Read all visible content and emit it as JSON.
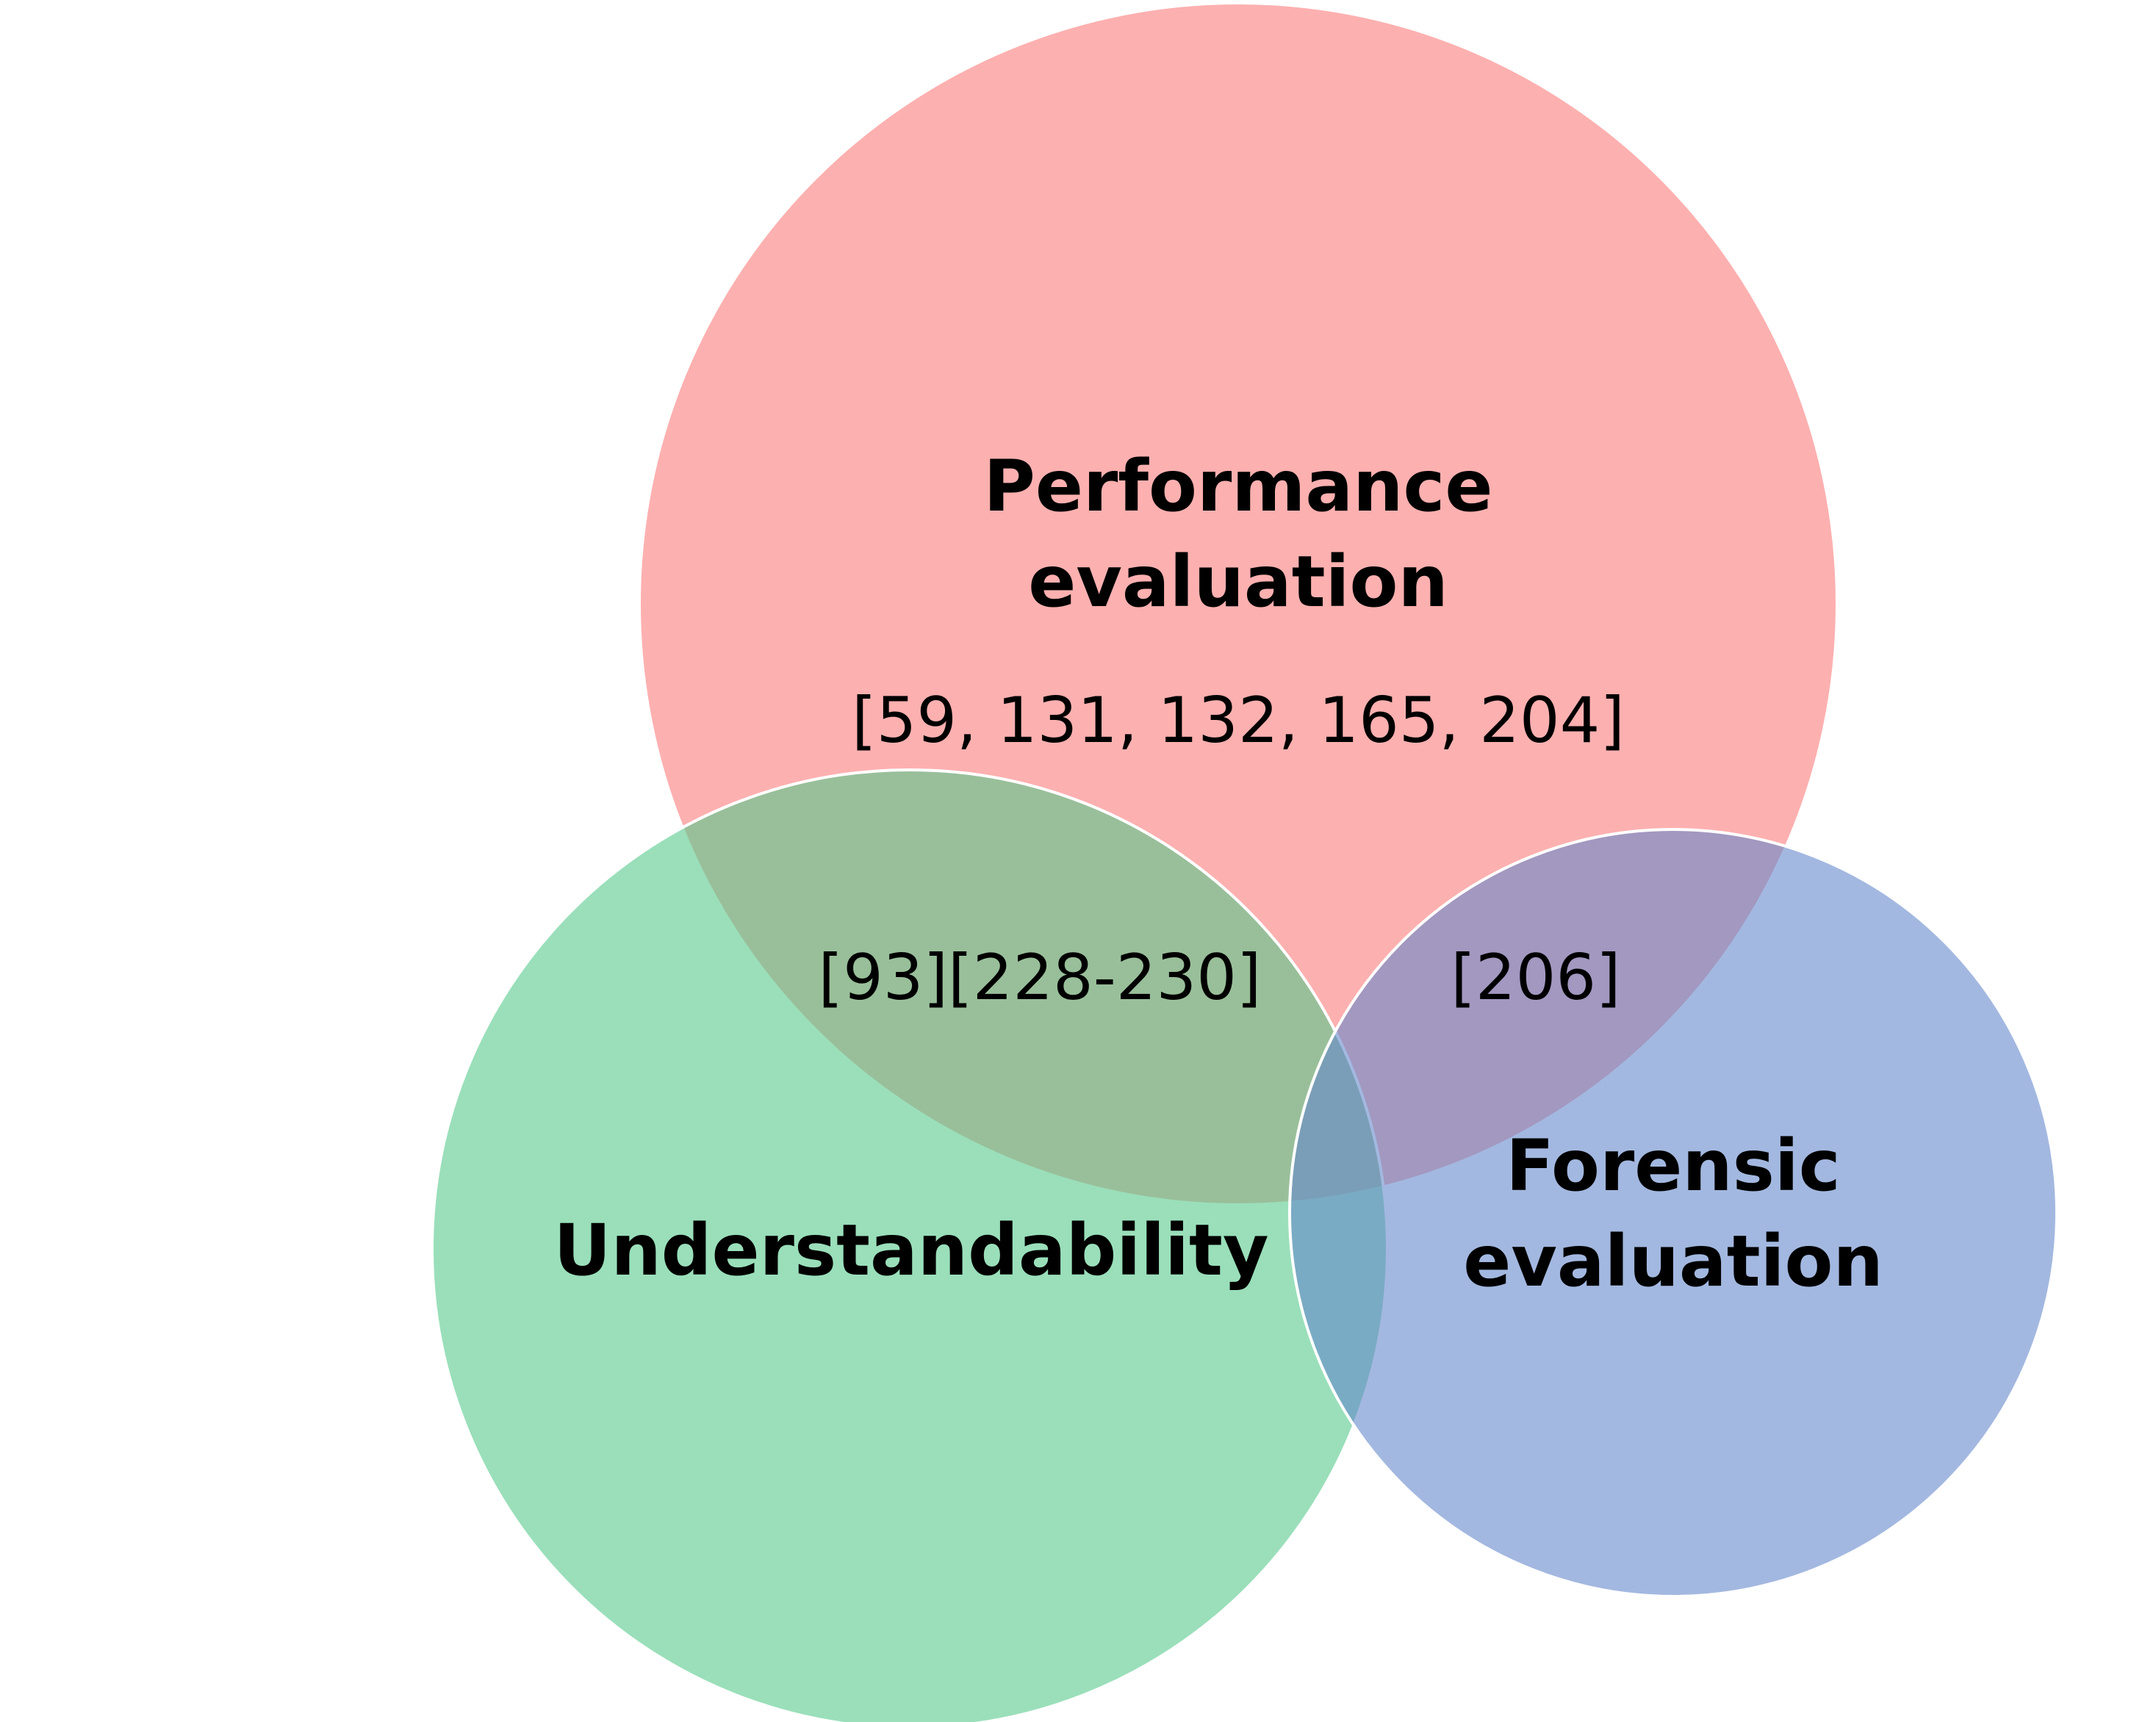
{
  "sets": {
    "performance": {
      "label_line1": "Performance",
      "label_line2": "evaluation",
      "refs": "[59, 131, 132, 165, 204]",
      "color": "#FC7C7C"
    },
    "understandability": {
      "label": "Understandability",
      "color": "#57C98C"
    },
    "forensic": {
      "label_line1": "Forensic",
      "label_line2": "evaluation",
      "color": "#6688CC"
    }
  },
  "intersections": {
    "performance_understandability": {
      "refs": "[93][228-230]"
    },
    "performance_forensic": {
      "refs": "[206]"
    }
  }
}
